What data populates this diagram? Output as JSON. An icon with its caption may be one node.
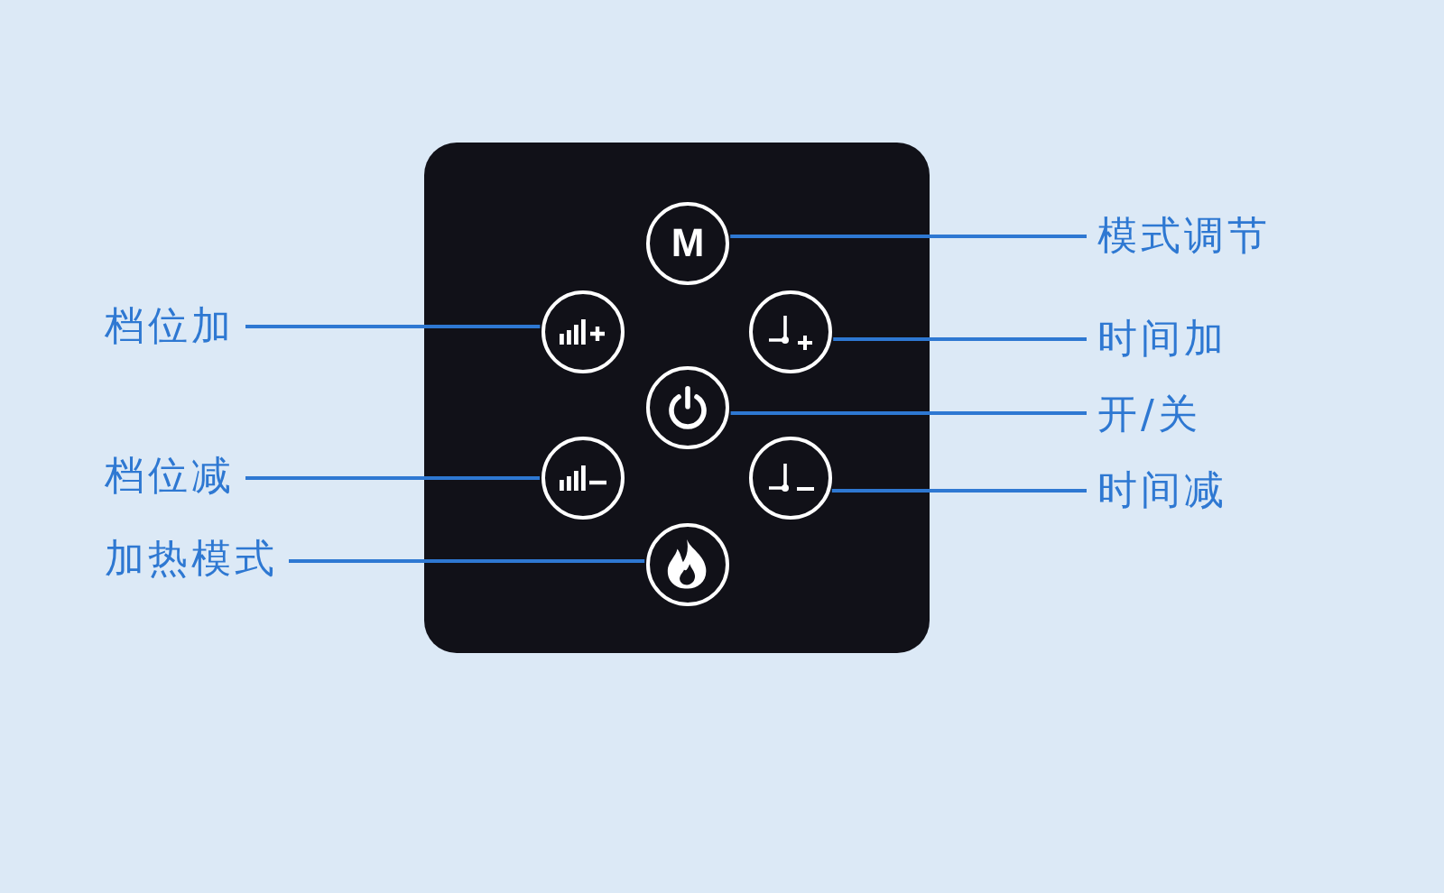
{
  "diagram": {
    "nodes": [
      {
        "text": [
          "模式调节"
        ]
      },
      {
        "text": [
          "M"
        ]
      },
      {
        "text": [
          "档位加"
        ]
      },
      {
        "text": [],
        "shape": "circle"
      },
      {
        "text": [],
        "shape": "circle"
      },
      {
        "text": [
          "时间加"
        ]
      },
      {
        "text": [],
        "shape": "circle"
      },
      {
        "text": [
          "开/关"
        ]
      },
      {
        "text": [
          "档位减"
        ]
      },
      {
        "text": [],
        "shape": "circle"
      },
      {
        "text": [],
        "shape": "circle"
      },
      {
        "text": [
          "时间减"
        ]
      },
      {
        "text": [
          "加热模式"
        ]
      },
      {
        "text": [],
        "shape": "circle"
      }
    ],
    "edges": [
      {
        "from": 0,
        "to": 1,
        "arrow": "none"
      },
      {
        "from": 2,
        "to": 3,
        "arrow": "none"
      },
      {
        "from": 5,
        "to": 4,
        "arrow": "none"
      },
      {
        "from": 7,
        "to": 6,
        "arrow": "none"
      },
      {
        "from": 8,
        "to": 9,
        "arrow": "none"
      },
      {
        "from": 11,
        "to": 10,
        "arrow": "none"
      },
      {
        "from": 12,
        "to": 13,
        "arrow": "none"
      }
    ]
  }
}
